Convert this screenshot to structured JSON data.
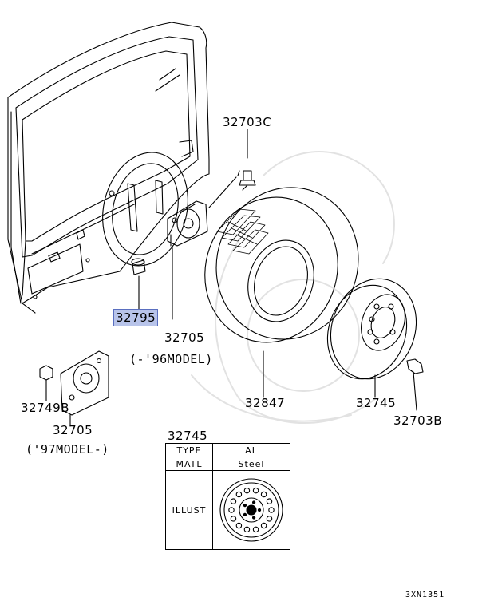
{
  "labels": {
    "p32703C": "32703C",
    "p32795": "32795",
    "p32705_top": "32705",
    "model_96": "(-'96MODEL)",
    "p32847": "32847",
    "p32745": "32745",
    "p32703B": "32703B",
    "p32749B": "32749B",
    "p32705_bottom": "32705",
    "model_97": "('97MODEL-)"
  },
  "spec_table": {
    "title": "32745",
    "rows": [
      {
        "key": "TYPE",
        "value": "AL"
      },
      {
        "key": "MATL",
        "value": "Steel"
      }
    ],
    "illust_label": "ILLUST"
  },
  "reference_code": "3XN1351",
  "colors": {
    "highlight": "#b8c4ea",
    "line": "#000000"
  }
}
